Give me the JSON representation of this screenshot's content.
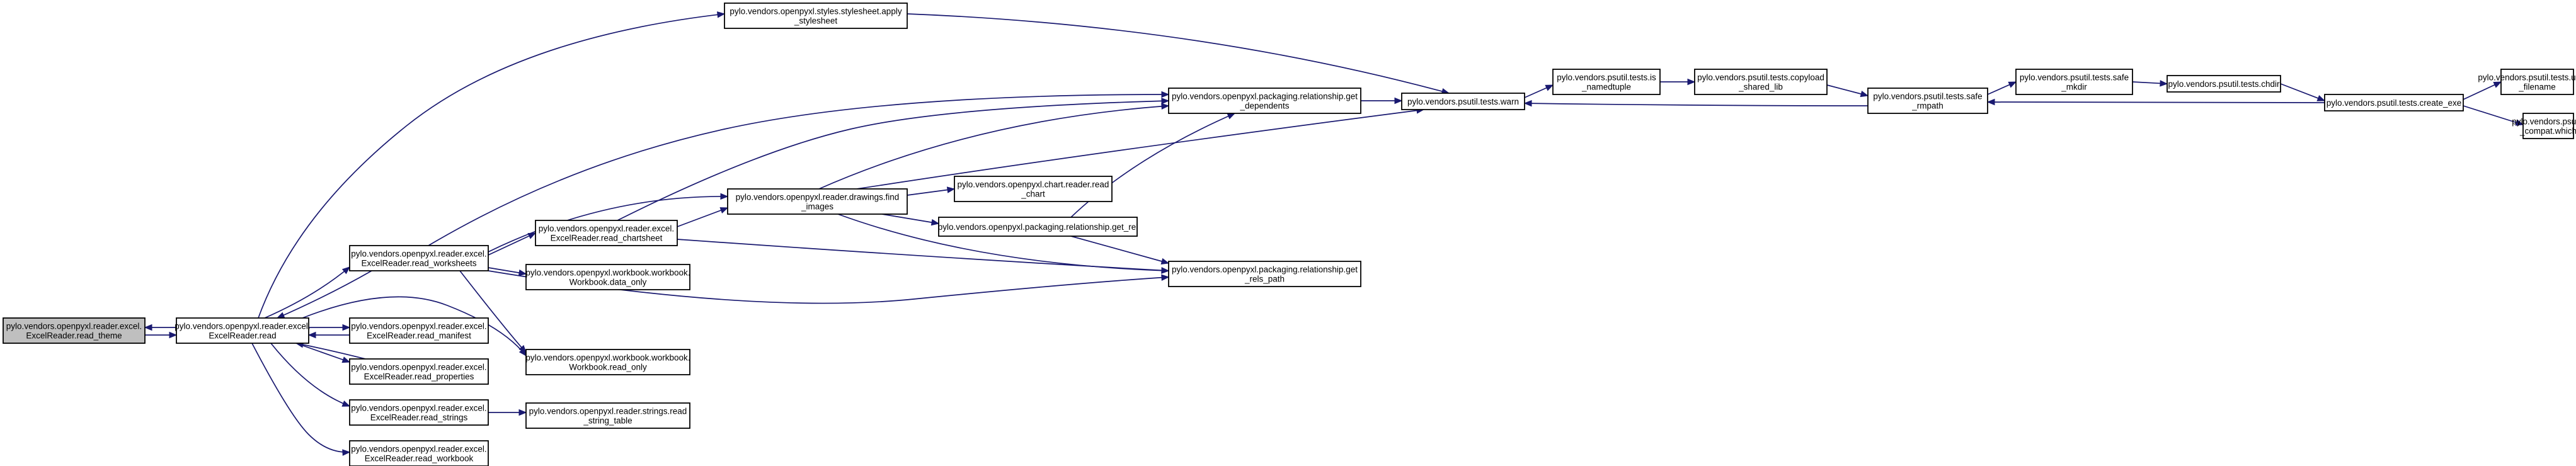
{
  "graph": {
    "background_color": "#ffffff",
    "node_fill": "#ffffff",
    "highlight_fill": "#bfbfbf",
    "edge_color": "#191970",
    "nodes": [
      {
        "id": "read_theme",
        "lines": [
          "pylo.vendors.openpyxl.reader.excel.",
          "ExcelReader.read_theme"
        ],
        "highlight": true
      },
      {
        "id": "read",
        "lines": [
          "pylo.vendors.openpyxl.reader.excel.",
          "ExcelReader.read"
        ]
      },
      {
        "id": "apply_stylesheet",
        "lines": [
          "pylo.vendors.openpyxl.styles.stylesheet.apply",
          "_stylesheet"
        ]
      },
      {
        "id": "read_worksheets",
        "lines": [
          "pylo.vendors.openpyxl.reader.excel.",
          "ExcelReader.read_worksheets"
        ]
      },
      {
        "id": "read_manifest",
        "lines": [
          "pylo.vendors.openpyxl.reader.excel.",
          "ExcelReader.read_manifest"
        ]
      },
      {
        "id": "read_properties",
        "lines": [
          "pylo.vendors.openpyxl.reader.excel.",
          "ExcelReader.read_properties"
        ]
      },
      {
        "id": "read_strings",
        "lines": [
          "pylo.vendors.openpyxl.reader.excel.",
          "ExcelReader.read_strings"
        ]
      },
      {
        "id": "read_workbook",
        "lines": [
          "pylo.vendors.openpyxl.reader.excel.",
          "ExcelReader.read_workbook"
        ]
      },
      {
        "id": "read_chartsheet",
        "lines": [
          "pylo.vendors.openpyxl.reader.excel.",
          "ExcelReader.read_chartsheet"
        ]
      },
      {
        "id": "data_only",
        "lines": [
          "pylo.vendors.openpyxl.workbook.workbook.",
          "Workbook.data_only"
        ]
      },
      {
        "id": "read_only",
        "lines": [
          "pylo.vendors.openpyxl.workbook.workbook.",
          "Workbook.read_only"
        ]
      },
      {
        "id": "read_string_table",
        "lines": [
          "pylo.vendors.openpyxl.reader.strings.read",
          "_string_table"
        ]
      },
      {
        "id": "find_images",
        "lines": [
          "pylo.vendors.openpyxl.reader.drawings.find",
          "_images"
        ]
      },
      {
        "id": "get_dependents",
        "lines": [
          "pylo.vendors.openpyxl.packaging.relationship.get",
          "_dependents"
        ]
      },
      {
        "id": "read_chart",
        "lines": [
          "pylo.vendors.openpyxl.chart.reader.read",
          "_chart"
        ]
      },
      {
        "id": "get_rel",
        "lines": [
          "pylo.vendors.openpyxl.packaging.relationship.get_rel"
        ]
      },
      {
        "id": "get_rels_path",
        "lines": [
          "pylo.vendors.openpyxl.packaging.relationship.get",
          "_rels_path"
        ]
      },
      {
        "id": "warn",
        "lines": [
          "pylo.vendors.psutil.tests.warn"
        ]
      },
      {
        "id": "is_namedtuple",
        "lines": [
          "pylo.vendors.psutil.tests.is",
          "_namedtuple"
        ]
      },
      {
        "id": "copyload_shared_lib",
        "lines": [
          "pylo.vendors.psutil.tests.copyload",
          "_shared_lib"
        ]
      },
      {
        "id": "safe_rmpath",
        "lines": [
          "pylo.vendors.psutil.tests.safe",
          "_rmpath"
        ]
      },
      {
        "id": "safe_mkdir",
        "lines": [
          "pylo.vendors.psutil.tests.safe",
          "_mkdir"
        ]
      },
      {
        "id": "chdir",
        "lines": [
          "pylo.vendors.psutil.tests.chdir"
        ]
      },
      {
        "id": "create_exe",
        "lines": [
          "pylo.vendors.psutil.tests.create_exe"
        ]
      },
      {
        "id": "unique_filename",
        "lines": [
          "pylo.vendors.psutil.tests.unique",
          "_filename"
        ]
      },
      {
        "id": "compat_which",
        "lines": [
          "pylo.vendors.psutil.",
          "_compat.which"
        ]
      }
    ],
    "edges": [
      {
        "from": "read",
        "to": "read_theme"
      },
      {
        "from": "read_theme",
        "to": "read"
      },
      {
        "from": "read",
        "to": "apply_stylesheet"
      },
      {
        "from": "read",
        "to": "read_worksheets"
      },
      {
        "from": "read_worksheets",
        "to": "read"
      },
      {
        "from": "read",
        "to": "read_manifest"
      },
      {
        "from": "read_manifest",
        "to": "read"
      },
      {
        "from": "read",
        "to": "read_properties"
      },
      {
        "from": "read_properties",
        "to": "read"
      },
      {
        "from": "read",
        "to": "read_strings"
      },
      {
        "from": "read",
        "to": "read_workbook"
      },
      {
        "from": "read",
        "to": "read_only"
      },
      {
        "from": "apply_stylesheet",
        "to": "warn"
      },
      {
        "from": "read_worksheets",
        "to": "get_dependents"
      },
      {
        "from": "read_worksheets",
        "to": "find_images"
      },
      {
        "from": "read_worksheets",
        "to": "read_chartsheet"
      },
      {
        "from": "read_worksheets",
        "to": "data_only"
      },
      {
        "from": "read_worksheets",
        "to": "read_only"
      },
      {
        "from": "read_worksheets",
        "to": "get_rels_path"
      },
      {
        "from": "read_chartsheet",
        "to": "get_dependents"
      },
      {
        "from": "read_chartsheet",
        "to": "find_images"
      },
      {
        "from": "read_chartsheet",
        "to": "get_rels_path"
      },
      {
        "from": "read_strings",
        "to": "read_string_table"
      },
      {
        "from": "find_images",
        "to": "get_dependents"
      },
      {
        "from": "find_images",
        "to": "warn"
      },
      {
        "from": "find_images",
        "to": "read_chart"
      },
      {
        "from": "find_images",
        "to": "get_rel"
      },
      {
        "from": "find_images",
        "to": "get_rels_path"
      },
      {
        "from": "get_rel",
        "to": "get_dependents"
      },
      {
        "from": "get_rel",
        "to": "get_rels_path"
      },
      {
        "from": "get_dependents",
        "to": "warn"
      },
      {
        "from": "warn",
        "to": "is_namedtuple"
      },
      {
        "from": "is_namedtuple",
        "to": "copyload_shared_lib"
      },
      {
        "from": "copyload_shared_lib",
        "to": "safe_rmpath"
      },
      {
        "from": "safe_rmpath",
        "to": "warn"
      },
      {
        "from": "safe_rmpath",
        "to": "safe_mkdir"
      },
      {
        "from": "safe_mkdir",
        "to": "chdir"
      },
      {
        "from": "chdir",
        "to": "create_exe"
      },
      {
        "from": "create_exe",
        "to": "safe_rmpath"
      },
      {
        "from": "create_exe",
        "to": "unique_filename"
      },
      {
        "from": "create_exe",
        "to": "compat_which"
      }
    ]
  }
}
